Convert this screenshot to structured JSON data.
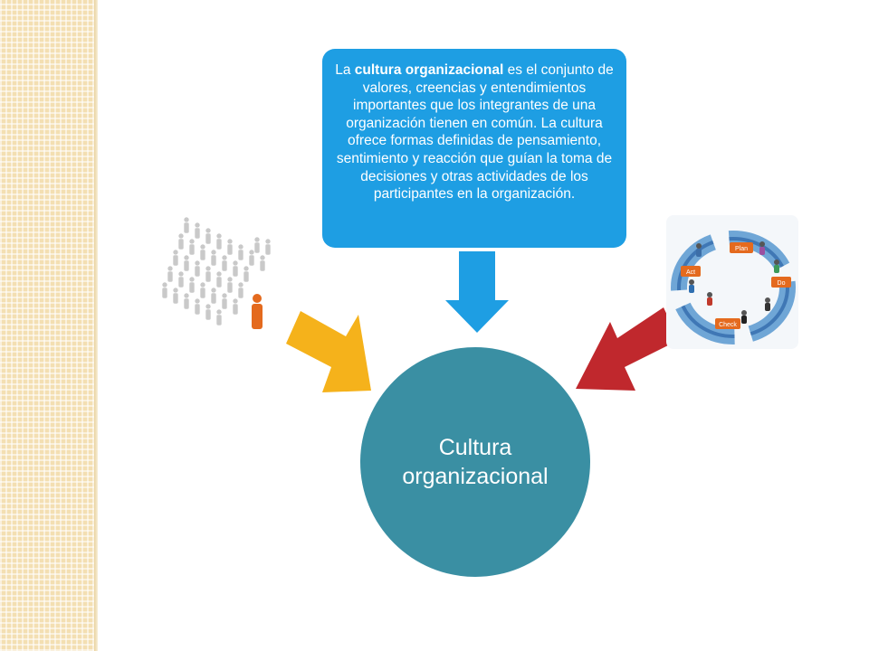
{
  "definition": {
    "pre": "La ",
    "bold": "cultura organizacional",
    "post": " es el conjunto de valores, creencias y entendimientos importantes que los integrantes de una organización tienen en común. La cultura ofrece formas definidas de pensamiento, sentimiento y reacción que guían la toma de decisiones y otras actividades de los participantes en la organización."
  },
  "center": {
    "label": "Cultura organizacional"
  },
  "cycle_labels": [
    "Plan",
    "Do",
    "Check",
    "Act"
  ],
  "colors": {
    "box": "#1e9ee3",
    "circle": "#3a8fa3",
    "arrow_top": "#1e9ee3",
    "arrow_left": "#f5b21b",
    "arrow_right": "#c0282d",
    "strip": "#f3dfb2"
  },
  "images": {
    "left": "crowd-with-leader-illustration",
    "right": "pdca-cycle-illustration"
  }
}
